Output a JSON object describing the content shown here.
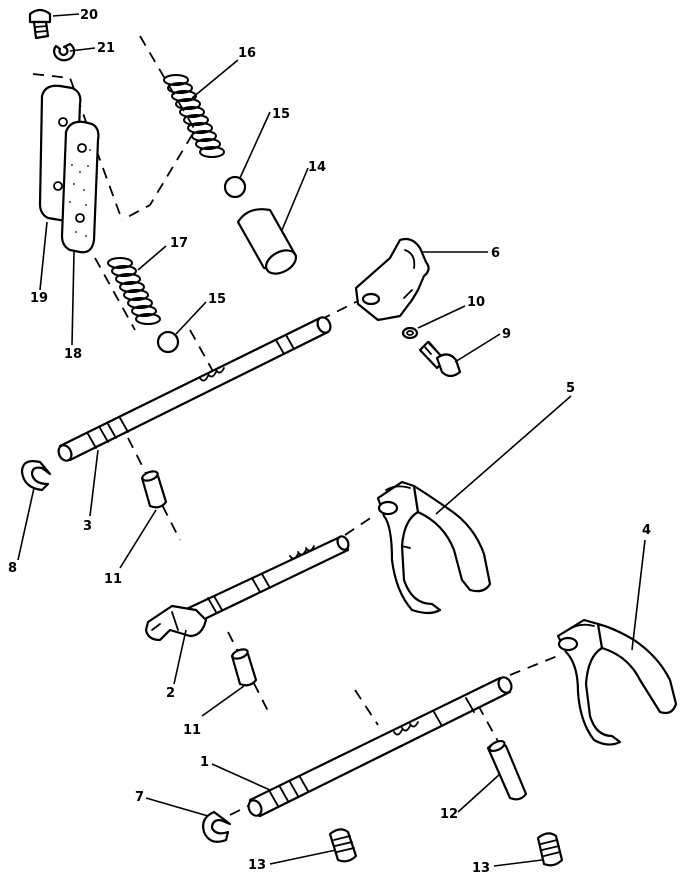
{
  "callouts": {
    "c1": "1",
    "c2": "2",
    "c3": "3",
    "c4": "4",
    "c5": "5",
    "c6": "6",
    "c7": "7",
    "c8": "8",
    "c9": "9",
    "c10": "10",
    "c11a": "11",
    "c11b": "11",
    "c12": "12",
    "c13a": "13",
    "c13b": "13",
    "c14": "14",
    "c15a": "15",
    "c15b": "15",
    "c16": "16",
    "c17": "17",
    "c18": "18",
    "c19": "19",
    "c20": "20",
    "c21": "21"
  }
}
